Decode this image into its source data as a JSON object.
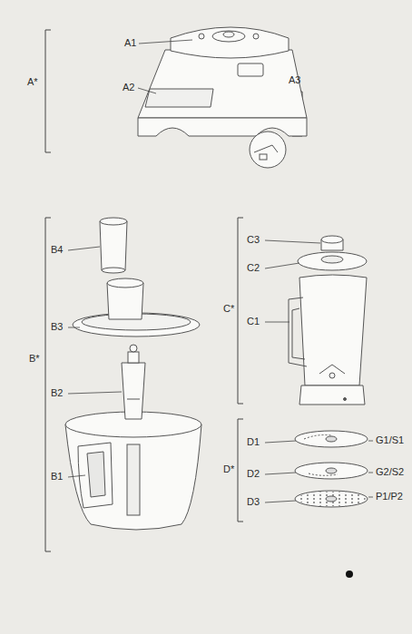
{
  "diagram": {
    "labels": [
      "A*",
      "A1",
      "A2",
      "A3",
      "B*",
      "B4",
      "B3",
      "B2",
      "B1",
      "C3",
      "C2",
      "C*",
      "C1",
      "D*",
      "D1",
      "G1/S1",
      "D2",
      "G2/S2",
      "D3",
      "P1/P2"
    ]
  }
}
